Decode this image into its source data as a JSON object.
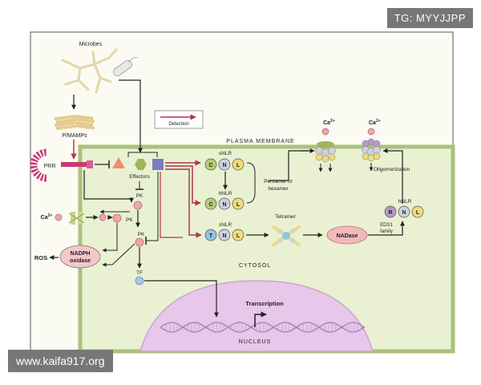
{
  "watermarks": {
    "top_right": "TG: MYYJJPP",
    "bottom_left": "www.kaifa917.org"
  },
  "labels": {
    "microbes": "Microbes",
    "pmamps": "P/MAMPs",
    "prr": "PRR",
    "effectors": "Effectors",
    "pk": "PK",
    "tf": "TF",
    "ca": "Ca",
    "ca_sup": "2+",
    "ros": "ROS",
    "nadph_1": "NADPH",
    "nadph_2": "oxidase",
    "legend": "Detection",
    "plasma_membrane": "PLASMA MEMBRANE",
    "cytosol": "CYTOSOL",
    "nucleus": "NUCLEUS",
    "transcription": "Transcription",
    "snlr": "sNLR",
    "hnlr": "hNLR",
    "pentamer_1": "Pentamer or",
    "pentamer_2": "hexamer",
    "tetramer": "Tetramer",
    "nadase": "NADase",
    "eds1_1": "EDS1",
    "eds1_2": "family",
    "oligomerization": "Oligomerization",
    "nlr_c": "C",
    "nlr_n": "N",
    "nlr_l": "L",
    "nlr_t": "T",
    "nlr_r": "R"
  },
  "colors": {
    "detection_arrow": "#b3354a",
    "membrane_green": "#e9f1d2",
    "membrane_border": "#a9c279",
    "nucleus": "#e7c7ea",
    "dna_strand": "#a47ab8",
    "prr": "#c73a78",
    "effector_triangle": "#f08d6a",
    "effector_hex": "#a3b55a",
    "effector_square": "#7b7dbf",
    "pk_pink": "#f1a2ad",
    "tf_blue": "#a8c6e3",
    "ros_red": "#c94a4a",
    "nadase": "#f3b8bb",
    "domain_c": "#b6cd76",
    "domain_n": "#cfd2dd",
    "domain_l": "#efdc7a",
    "domain_t": "#8fc4e2",
    "domain_r": "#b598cd"
  }
}
